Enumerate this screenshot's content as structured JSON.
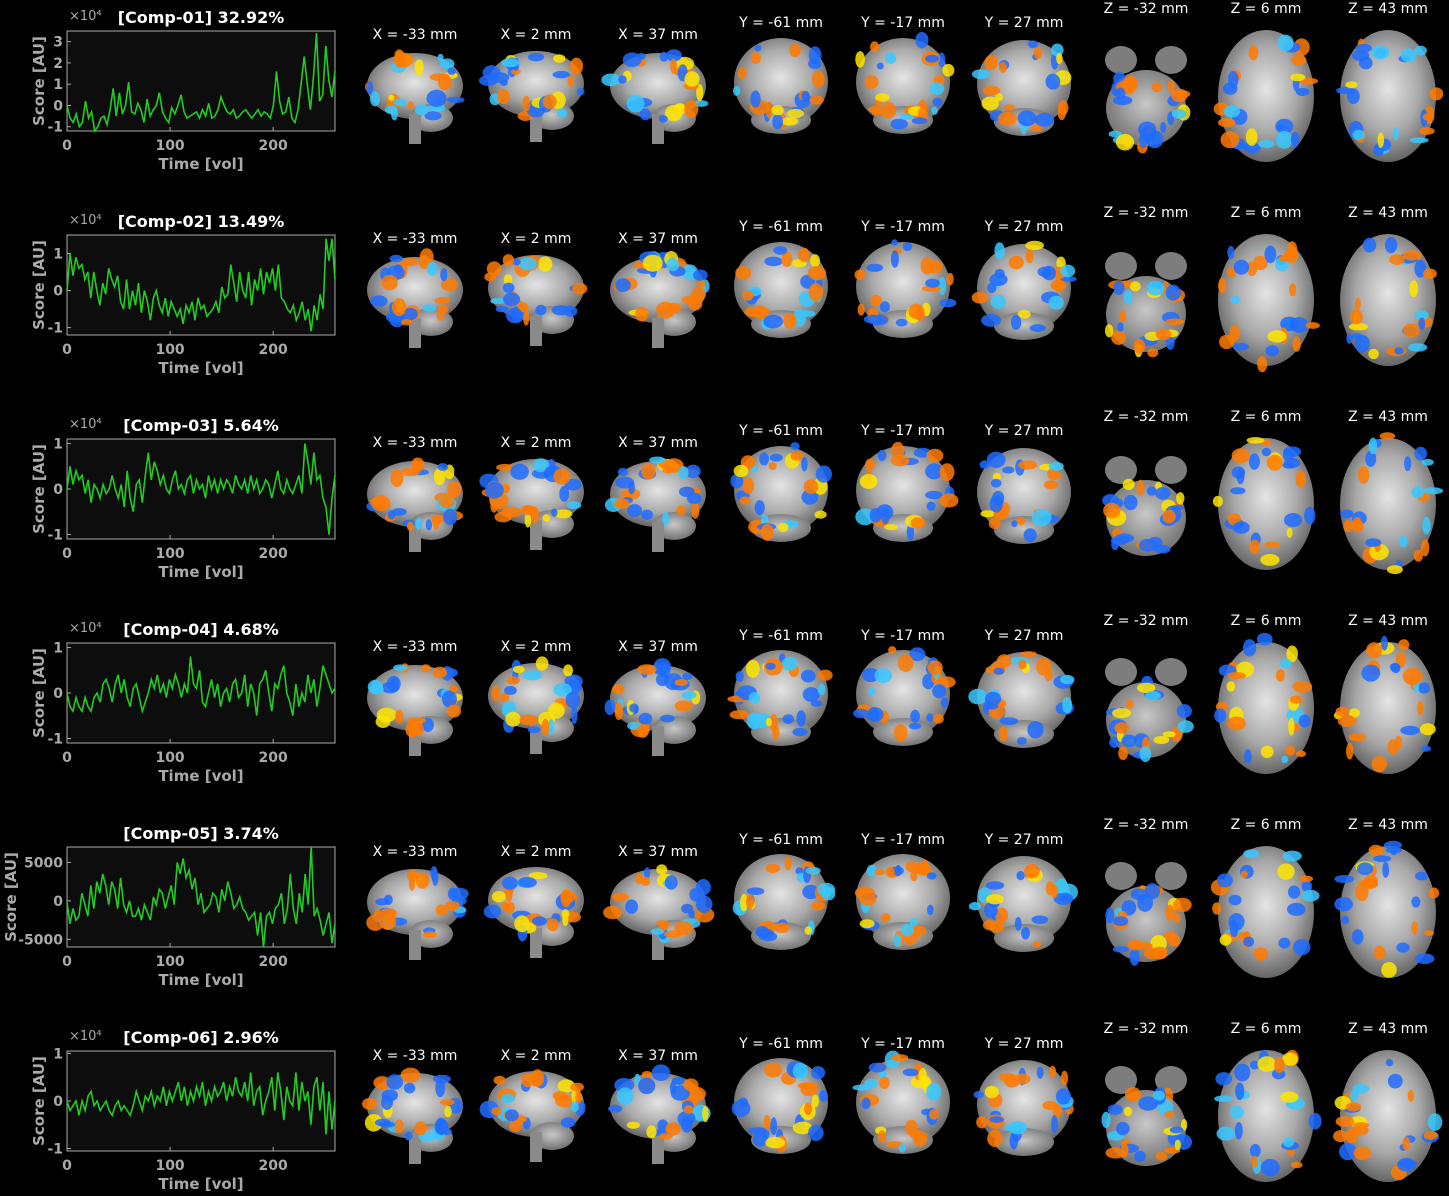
{
  "xlabel": "Time [vol]",
  "ylabel": "Score [AU]",
  "x_ticks": [
    0,
    100,
    200
  ],
  "slice_labels": [
    "X = -33 mm",
    "X = 2 mm",
    "X = 37 mm",
    "Y = -61 mm",
    "Y = -17 mm",
    "Y = 27 mm",
    "Z = -32 mm",
    "Z = 6 mm",
    "Z = 43 mm"
  ],
  "colors": {
    "background": "#000000",
    "line": "#22cc22",
    "axes": "#aaaaaa",
    "plot_bg": "#0d0d0d",
    "hot": "#ff7a00",
    "hot_peak": "#ffe400",
    "cold": "#1e6cff",
    "cold_peak": "#38c8ff"
  },
  "chart_data": [
    {
      "type": "line",
      "title": "[Comp-01] 32.92%",
      "exponent": "×10⁴",
      "y_ticks": [
        "-1",
        "0",
        "1",
        "2",
        "3"
      ],
      "ylim": [
        -1.2,
        3.5
      ],
      "xlim": [
        0,
        260
      ],
      "series": [
        {
          "values": [
            0.0,
            -0.6,
            -0.8,
            -0.4,
            -1.0,
            -0.8,
            0.2,
            -0.6,
            -0.3,
            -1.2,
            -1.0,
            -0.6,
            -0.5,
            -0.9,
            -0.2,
            0.8,
            -0.5,
            0.6,
            -0.4,
            0.0,
            1.1,
            -0.3,
            -0.4,
            0.1,
            -0.2,
            -0.8,
            0.3,
            -0.5,
            -0.2,
            0.0,
            0.6,
            -0.3,
            -0.6,
            -0.8,
            -0.1,
            -0.4,
            0.0,
            0.5,
            -0.3,
            -0.6,
            -0.5,
            -0.4,
            -0.3,
            -0.6,
            -0.2,
            -0.5,
            0.1,
            -0.6,
            -0.5,
            -0.2,
            0.4,
            0.0,
            -0.3,
            -0.4,
            -0.2,
            -0.6,
            -0.5,
            -0.3,
            -0.2,
            -0.4,
            -0.6,
            -0.4,
            -0.2,
            -0.5,
            -0.3,
            -0.4,
            -0.6,
            0.0,
            1.6,
            0.2,
            -0.4,
            -0.3,
            0.4,
            -0.6,
            -0.8,
            -0.2,
            1.0,
            2.3,
            1.0,
            -0.2,
            1.3,
            3.4,
            0.2,
            0.5,
            2.8,
            1.2,
            0.4,
            1.6
          ]
        }
      ]
    },
    {
      "type": "line",
      "title": "[Comp-02] 13.49%",
      "exponent": "×10⁴",
      "y_ticks": [
        "-1",
        "0",
        "1"
      ],
      "ylim": [
        -1.2,
        1.5
      ],
      "xlim": [
        0,
        260
      ],
      "series": [
        {
          "values": [
            0.0,
            1.0,
            0.4,
            0.9,
            0.6,
            0.7,
            0.3,
            0.5,
            -0.2,
            0.5,
            0.0,
            -0.4,
            0.2,
            -0.1,
            0.6,
            0.3,
            0.1,
            0.4,
            -0.3,
            -0.5,
            0.3,
            -0.5,
            0.0,
            -0.4,
            0.2,
            -0.6,
            0.0,
            -0.3,
            -0.8,
            -0.2,
            0.0,
            -0.4,
            -0.6,
            -0.2,
            -0.7,
            -0.3,
            -0.5,
            -0.7,
            -0.5,
            -0.9,
            -0.4,
            -0.6,
            -0.3,
            -0.8,
            -0.2,
            -0.5,
            -0.4,
            -0.7,
            -0.6,
            -0.5,
            -0.3,
            -0.6,
            0.1,
            -0.2,
            -0.1,
            0.7,
            0.2,
            -0.3,
            0.5,
            0.0,
            -0.2,
            0.5,
            -0.4,
            0.3,
            0.0,
            0.6,
            -0.1,
            0.5,
            0.2,
            0.6,
            0.0,
            0.7,
            -0.2,
            -0.3,
            -0.5,
            -0.6,
            -0.4,
            -0.8,
            -0.6,
            -0.3,
            -0.8,
            -0.5,
            -1.1,
            -0.4,
            -0.8,
            -0.1,
            -0.5,
            1.4,
            0.8,
            1.4,
            0.3
          ]
        }
      ]
    },
    {
      "type": "line",
      "title": "[Comp-03] 5.64%",
      "exponent": "×10⁴",
      "y_ticks": [
        "-1",
        "0",
        "1"
      ],
      "ylim": [
        -1.1,
        1.1
      ],
      "xlim": [
        0,
        260
      ],
      "series": [
        {
          "values": [
            0.0,
            0.5,
            0.1,
            0.4,
            0.2,
            0.3,
            -0.1,
            0.2,
            -0.3,
            0.1,
            0.0,
            -0.2,
            0.1,
            -0.1,
            0.0,
            0.3,
            0.0,
            -0.2,
            0.1,
            -0.4,
            0.4,
            -0.2,
            -0.5,
            0.1,
            0.2,
            -0.3,
            0.3,
            0.8,
            0.2,
            0.6,
            0.4,
            0.1,
            0.3,
            0.0,
            -0.1,
            0.2,
            0.4,
            0.0,
            0.1,
            -0.1,
            0.2,
            0.3,
            -0.1,
            0.2,
            0.0,
            0.1,
            -0.2,
            0.3,
            0.0,
            0.2,
            -0.1,
            0.2,
            0.0,
            0.2,
            0.1,
            -0.1,
            0.3,
            0.1,
            0.0,
            0.2,
            -0.1,
            0.3,
            0.0,
            0.2,
            -0.1,
            0.0,
            0.2,
            0.1,
            -0.2,
            0.1,
            0.4,
            0.0,
            -0.1,
            0.2,
            0.0,
            -0.1,
            0.1,
            0.3,
            -0.1,
            1.0,
            0.6,
            0.1,
            0.8,
            0.2,
            0.3,
            -0.2,
            -0.4,
            -1.0,
            -0.2,
            0.3
          ]
        }
      ]
    },
    {
      "type": "line",
      "title": "[Comp-04] 4.68%",
      "exponent": "×10⁴",
      "y_ticks": [
        "-1",
        "0",
        "1"
      ],
      "ylim": [
        -1.1,
        1.1
      ],
      "xlim": [
        0,
        260
      ],
      "series": [
        {
          "values": [
            0.0,
            -0.3,
            -0.4,
            -0.1,
            -0.3,
            -0.4,
            -0.1,
            -0.3,
            -0.4,
            -0.1,
            0.0,
            -0.2,
            0.2,
            0.3,
            0.1,
            -0.2,
            0.2,
            0.4,
            0.0,
            0.3,
            -0.1,
            -0.3,
            0.1,
            0.2,
            -0.1,
            -0.4,
            -0.2,
            0.0,
            0.3,
            0.1,
            0.4,
            0.0,
            0.2,
            -0.1,
            0.3,
            0.1,
            0.4,
            0.2,
            -0.1,
            0.2,
            0.0,
            0.8,
            0.2,
            0.1,
            0.5,
            -0.2,
            -0.3,
            0.0,
            0.3,
            -0.1,
            0.2,
            -0.3,
            0.0,
            0.1,
            -0.2,
            0.2,
            0.3,
            -0.1,
            0.0,
            0.4,
            -0.3,
            0.2,
            0.0,
            -0.5,
            0.2,
            0.3,
            0.5,
            0.0,
            -0.4,
            0.2,
            0.1,
            0.4,
            0.6,
            0.0,
            -0.2,
            -0.5,
            0.2,
            -0.3,
            0.0,
            -0.2,
            0.4,
            0.0,
            0.3,
            -0.3,
            0.1,
            0.6,
            0.4,
            0.2,
            0.0,
            0.1
          ]
        }
      ]
    },
    {
      "type": "line",
      "title": "[Comp-05] 3.74%",
      "exponent": "",
      "y_ticks": [
        "-5000",
        "0",
        "5000"
      ],
      "ylim": [
        -6000,
        7000
      ],
      "xlim": [
        0,
        260
      ],
      "series": [
        {
          "values": [
            -200,
            -3000,
            -1000,
            -2500,
            -2000,
            1000,
            -500,
            -2000,
            2000,
            -1000,
            2500,
            1000,
            3500,
            2000,
            -500,
            2500,
            1500,
            -1000,
            3000,
            -500,
            -1500,
            0,
            -2000,
            -2000,
            -1000,
            -2500,
            -500,
            -1500,
            -2500,
            500,
            -500,
            1500,
            1000,
            -1000,
            500,
            2000,
            -500,
            5000,
            3500,
            5500,
            3000,
            4000,
            1500,
            3000,
            -500,
            1000,
            -1500,
            -1000,
            -500,
            1000,
            500,
            -1500,
            1500,
            0,
            2500,
            1000,
            -1000,
            -500,
            500,
            -1000,
            -1500,
            -2500,
            -2000,
            -1500,
            -4500,
            -1500,
            -6000,
            -2000,
            -1500,
            -3000,
            -1000,
            -500,
            1000,
            -3000,
            -1000,
            3500,
            -1000,
            -3000,
            1000,
            -1500,
            3500,
            -500,
            7000,
            -2000,
            -1000,
            -2500,
            -4500,
            -3000,
            -1500,
            -5500,
            -3000
          ]
        }
      ]
    },
    {
      "type": "line",
      "title": "[Comp-06] 2.96%",
      "exponent": "×10⁴",
      "y_ticks": [
        "-1",
        "0",
        "1"
      ],
      "ylim": [
        -1.05,
        1.05
      ],
      "xlim": [
        0,
        260
      ],
      "series": [
        {
          "values": [
            0.0,
            -0.2,
            -0.1,
            0.0,
            -0.3,
            0.0,
            -0.2,
            0.1,
            0.2,
            -0.1,
            0.0,
            -0.2,
            -0.1,
            0.0,
            -0.2,
            -0.3,
            -0.1,
            0.0,
            -0.2,
            -0.1,
            -0.2,
            -0.3,
            -0.1,
            0.2,
            0.0,
            -0.2,
            0.1,
            0.0,
            0.2,
            -0.1,
            0.1,
            0.0,
            0.3,
            -0.1,
            0.2,
            0.0,
            0.2,
            0.4,
            0.0,
            0.3,
            -0.1,
            0.2,
            0.0,
            0.3,
            0.1,
            0.4,
            -0.1,
            0.2,
            0.0,
            0.3,
            0.1,
            0.2,
            0.4,
            0.0,
            0.3,
            0.1,
            0.5,
            0.2,
            0.1,
            0.4,
            0.0,
            0.6,
            -0.1,
            0.2,
            0.3,
            -0.3,
            0.0,
            0.2,
            0.5,
            -0.2,
            0.6,
            0.2,
            -0.4,
            0.3,
            0.0,
            -0.1,
            0.6,
            -0.2,
            0.4,
            0.0,
            0.2,
            -0.5,
            0.3,
            0.5,
            -0.2,
            0.4,
            -0.7,
            0.2,
            -0.6,
            0.0
          ]
        }
      ]
    }
  ]
}
